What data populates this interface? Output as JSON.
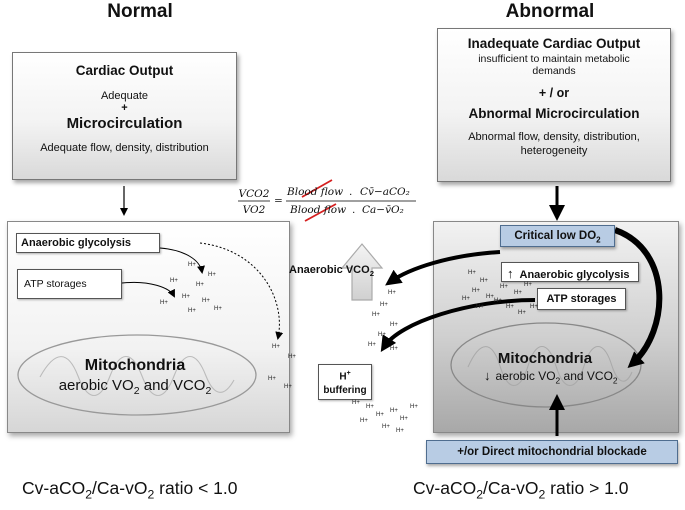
{
  "headings": {
    "normal": "Normal",
    "abnormal": "Abnormal"
  },
  "normal": {
    "box": {
      "cardiac_output": "Cardiac Output",
      "adequate": "Adequate",
      "plus": "+",
      "microcirculation": "Microcirculation",
      "flow_text": "Adequate flow, density, distribution"
    },
    "anaerobic_glycolysis": "Anaerobic glycolysis",
    "atp_storages": "ATP storages",
    "mitochondria": "Mitochondria",
    "aerobic": "aerobic VO",
    "aerobic_sub1": "2",
    "aerobic_and": " and VCO",
    "aerobic_sub2": "2",
    "ratio": {
      "prefix": "Cv-aCO",
      "sub1": "2",
      "mid": "/Ca-vO",
      "sub2": "2",
      "suffix": " ratio < 1.0"
    }
  },
  "abnormal": {
    "box": {
      "inadequate": "Inadequate Cardiac Output",
      "insufficient": "insufficient to maintain metabolic demands",
      "and_or": "+ / or",
      "abnormal_micro": "Abnormal Microcirculation",
      "abnormal_flow": "Abnormal flow, density, distribution, heterogeneity"
    },
    "critical": "Critical low  DO",
    "critical_sub": "2",
    "up_arrow": "↑",
    "anaerobic_glycolysis": "Anaerobic glycolysis",
    "atp_storages": "ATP storages",
    "mitochondria": "Mitochondria",
    "down_arrow": "↓",
    "aerobic": "aerobic VO",
    "aerobic_sub1": "2",
    "aerobic_and": " and VCO",
    "aerobic_sub2": "2",
    "blockade": "+/or   Direct mitochondrial blockade",
    "ratio": {
      "prefix": "Cv-aCO",
      "sub1": "2",
      "mid": "/Ca-vO",
      "sub2": "2",
      "suffix": " ratio > 1.0"
    }
  },
  "center": {
    "anaerobic_vco2": "Anaerobic VCO",
    "anaerobic_vco2_sub": "2",
    "h": "H",
    "h_sup": "+",
    "buffering": "buffering",
    "h_ion": "H+"
  },
  "formula": {
    "lhs_num": "VCO2",
    "lhs_den": "VO2",
    "equals": "=",
    "blood_flow": "Blood flow",
    "dot": ".",
    "num_rhs": "Cv̄−aCO₂",
    "den_rhs": "Ca−v̄O₂"
  },
  "colors": {
    "blue_box": "#b8cce4",
    "strike": "#d62020"
  }
}
